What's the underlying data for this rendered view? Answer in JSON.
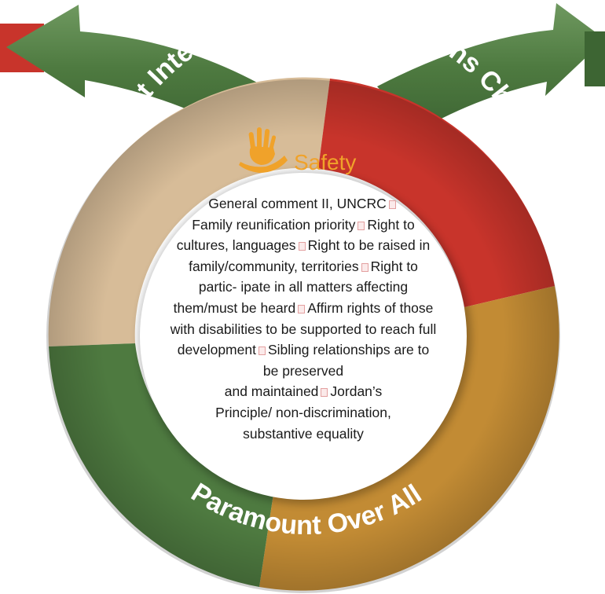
{
  "ring": {
    "top_label": "Best Interest of the First Nations Child",
    "bottom_label": "Paramount Over All",
    "colors": {
      "tan": "#d7bc98",
      "red": "#c8342b",
      "olive_green": "#4e7a40",
      "ochre": "#c28b34"
    }
  },
  "arrows": {
    "left": "arrow-left-icon",
    "right": "arrow-right-icon"
  },
  "center": {
    "icon": "hands-icon",
    "icon_color": "#f0a22a",
    "title": "Safety",
    "lines": [
      [
        "General comment II, UNCRC",
        ""
      ],
      [
        "Family reunification priority",
        "Right to"
      ],
      [
        "cultures, languages",
        "Right to be raised in"
      ],
      [
        "family/community, territories",
        "Right to"
      ],
      [
        "partic-  ipate in all matters affecting"
      ],
      [
        "them/must be  heard",
        "Affirm rights of those"
      ],
      [
        "with disabilities  to be supported to reach full"
      ],
      [
        "development",
        "Sibling relationships are to"
      ],
      [
        "be preserved"
      ],
      [
        "and maintained",
        "Jordan’s"
      ],
      [
        "Principle/  non-discrimination,"
      ],
      [
        "substantive  equality"
      ]
    ]
  }
}
